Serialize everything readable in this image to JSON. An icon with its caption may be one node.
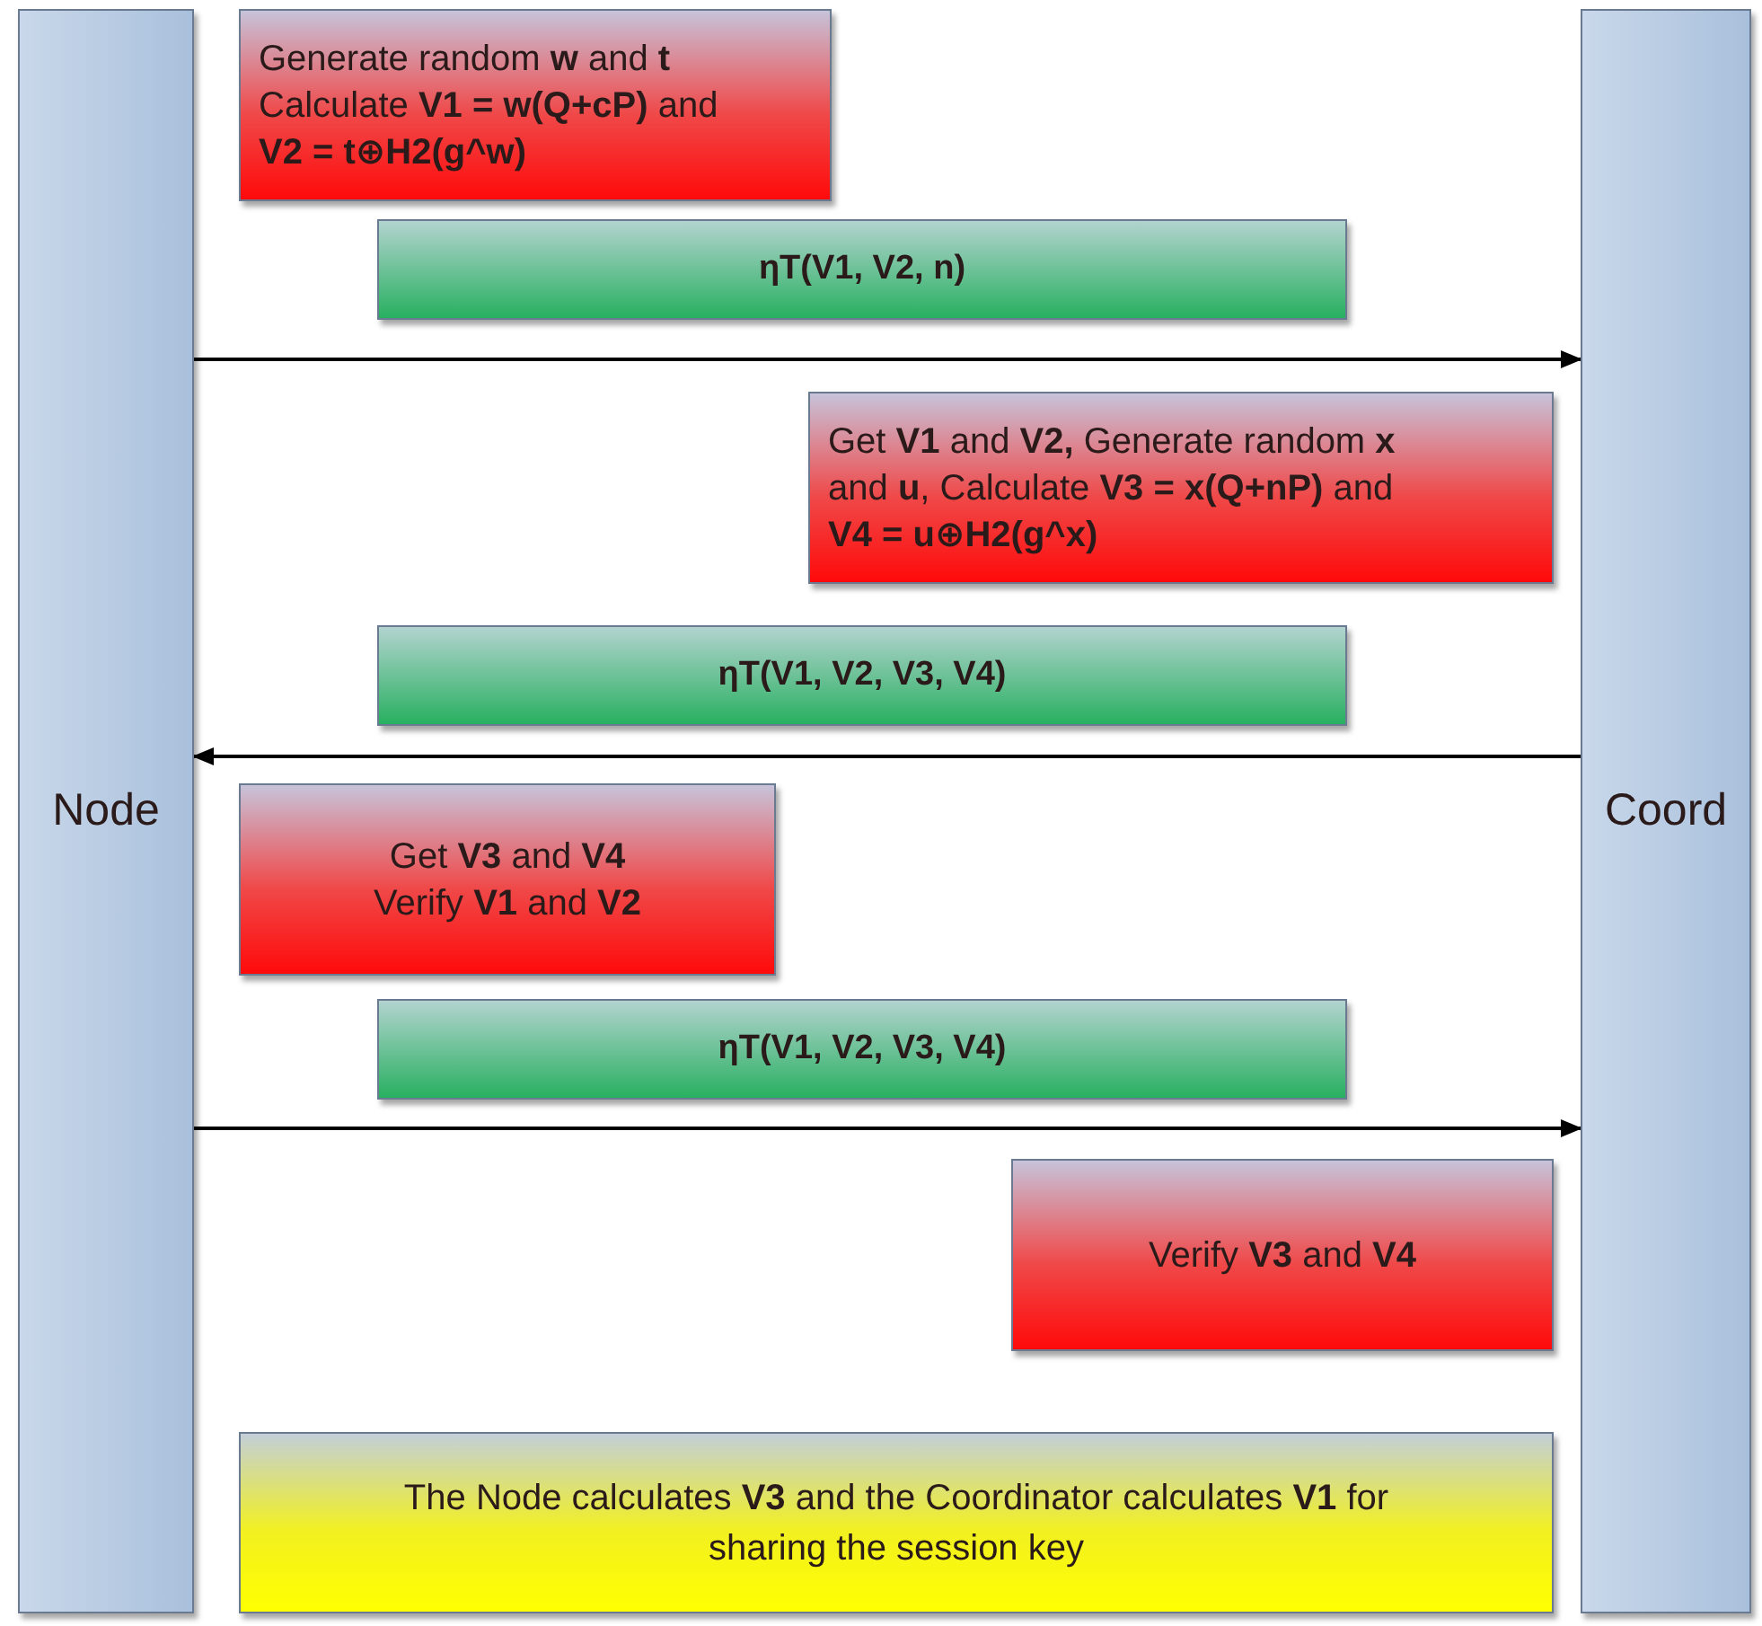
{
  "diagram": {
    "nodes": [
      {
        "text": [
          "Node"
        ]
      },
      {
        "text": [
          "Coord"
        ]
      },
      {
        "text": [
          "Generate random **w** and **t** Calculate **V1 = w(Q+cP)** and **V2 = t⊕H2(g^w)**"
        ]
      },
      {
        "text": [
          "ηT(V1, V2, n)"
        ]
      },
      {
        "text": [
          "Get **V1** and **V2,** Generate random **x** and **u**, Calculate **V3 = x(Q+nP)** and **V4 = u⊕H2(g^x)**"
        ]
      },
      {
        "text": [
          "ηT(V1, V2, V3, V4)"
        ]
      },
      {
        "text": [
          "Get **V3** and **V4** Verify **V1** and **V2**"
        ]
      },
      {
        "text": [
          "ηT(V1, V2, V3, V4)"
        ]
      },
      {
        "text": [
          "Verify **V3** and **V4**"
        ]
      },
      {
        "text": [
          "The Node calculates **V3** and the Coordinator calculates **V1** for sharing the session key"
        ]
      }
    ],
    "edges": [
      {
        "from": 0,
        "to": 1,
        "arrow": "to"
      },
      {
        "from": 1,
        "to": 0,
        "arrow": "to"
      },
      {
        "from": 0,
        "to": 1,
        "arrow": "to"
      }
    ]
  }
}
